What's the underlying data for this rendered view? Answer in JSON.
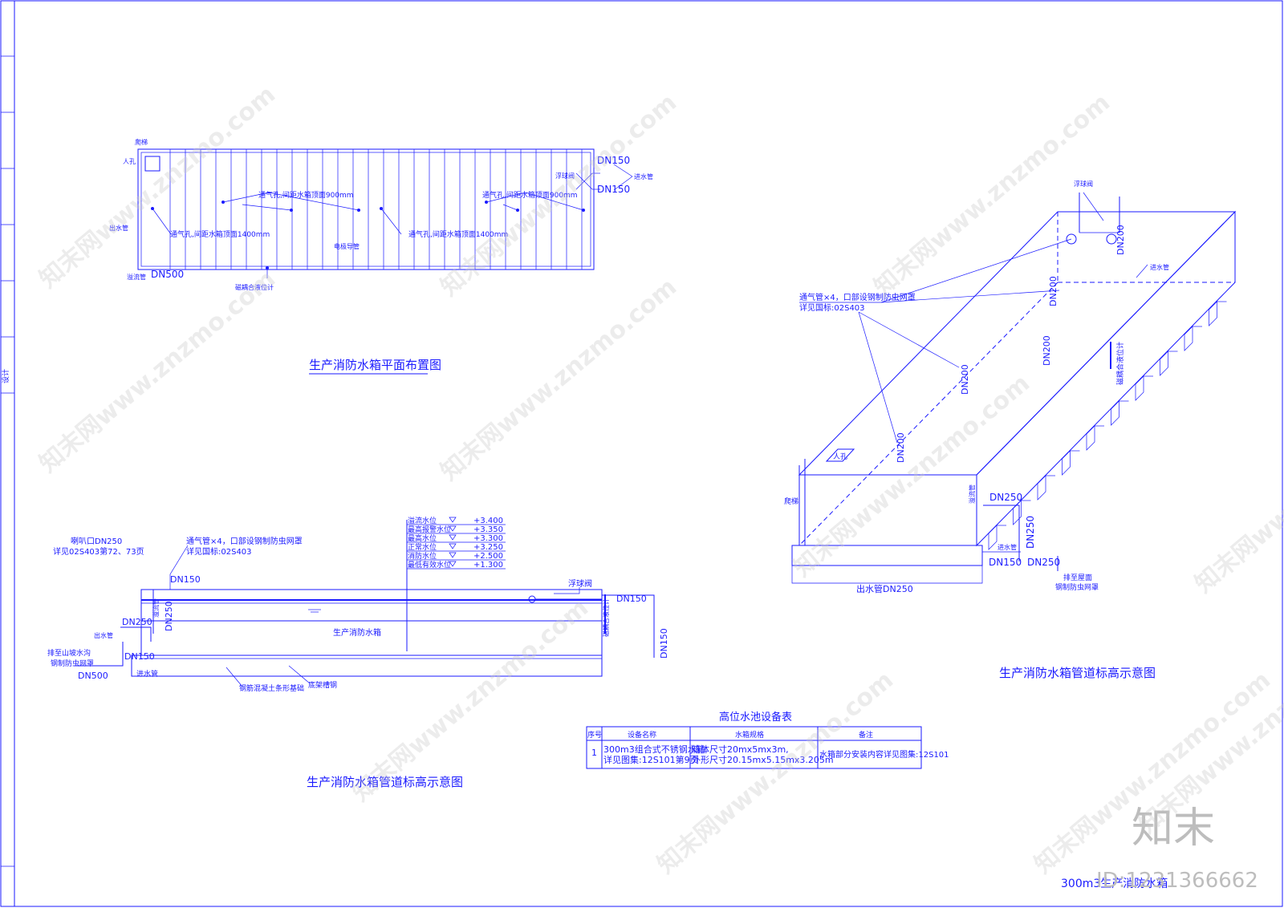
{
  "plan": {
    "title": "生产消防水箱平面布置图",
    "labels": {
      "manhole_top": "爬梯",
      "manhole": "人孔",
      "outlet_pipe": "出水管",
      "overflow_pipe": "溢流管",
      "dn500": "DN500",
      "vent_long_1": "通气孔,间距水箱顶面900mm",
      "vent_long_2": "通气孔,间距水箱顶面900mm",
      "vent_short_1": "通气孔,间距水箱顶面1400mm",
      "vent_short_2": "通气孔,间距水箱顶面1400mm",
      "electrode": "电极导管",
      "level_gauge": "磁耦合液位计",
      "float_valve": "浮球阀",
      "inlet_pipe": "进水管",
      "dn150_a": "DN150",
      "dn150_b": "DN150"
    }
  },
  "iso": {
    "title": "生产消防水箱管道标高示意图",
    "labels": {
      "float_valve": "浮球阀",
      "dn200_top": "DN200",
      "inlet_pipe": "进水管",
      "vent_note_1": "通气管×4，口部设钢制防虫网罩",
      "vent_note_2": "详见国标:02S403",
      "dn200_a": "DN200",
      "dn200_b": "DN200",
      "dn200_c": "DN200",
      "dn200_d": "DN200",
      "level_gauge": "磁耦合液位计",
      "manhole": "人孔",
      "ladder": "爬梯",
      "overflow": "溢流管",
      "dn250_a": "DN250",
      "dn250_b": "DN250",
      "inlet_lower": "进水管",
      "dn150": "DN150",
      "dn250_c": "DN250",
      "roof_1": "排至屋面",
      "roof_2": "钢制防虫网罩",
      "outlet": "出水管DN250"
    }
  },
  "section": {
    "title": "生产消防水箱管道标高示意图",
    "levels": [
      {
        "name": "溢流水位",
        "value": "+3.400"
      },
      {
        "name": "最高报警水位",
        "value": "+3.350"
      },
      {
        "name": "最高水位",
        "value": "+3.300"
      },
      {
        "name": "正常水位",
        "value": "+3.250"
      },
      {
        "name": "消防水位",
        "value": "+2.500"
      },
      {
        "name": "最低有效水位",
        "value": "+1.300"
      }
    ],
    "labels": {
      "bell_1": "喇叭口DN250",
      "bell_2": "详见02S403第72、73页",
      "vent_1": "通气管×4，口部设钢制防虫网罩",
      "vent_2": "详见国标:02S403",
      "dn150_top": "DN150",
      "float_valve": "浮球阀",
      "overflow": "溢流管",
      "dn250_v": "DN250",
      "dn250": "DN250",
      "tank_name": "生产消防水箱",
      "level_gauge": "磁耦合液位计",
      "dn150_r": "DN150",
      "dn150_v": "DN150",
      "outlet": "出水管",
      "drain_1": "排至山坡水沟",
      "drain_2": "钢制防虫网罩",
      "dn150_b": "DN150",
      "dn500": "DN500",
      "inlet": "进水管",
      "foundation": "钢筋混凝土条形基础",
      "channel": "底架槽钢"
    }
  },
  "table": {
    "title": "高位水池设备表",
    "headers": [
      "序号",
      "设备名称",
      "水箱规格",
      "备注"
    ],
    "rows": [
      {
        "no": "1",
        "name_1": "300m3组合式不锈钢水箱",
        "name_2": "详见图集:12S101第9页",
        "spec_1": "箱体尺寸20mx5mx3m,",
        "spec_2": "外形尺寸20.15mx5.15mx3.205m",
        "note": "水箱部分安装内容详见图集:12S101"
      }
    ]
  },
  "sidebar": {
    "label": "设计"
  },
  "footer": {
    "drawing_title": "300m3生产消防水箱",
    "id": "ID:1231366662",
    "logo": "知末"
  },
  "watermark": {
    "text": "知末网www.znzmo.com"
  },
  "colors": {
    "line": "#1a1aff",
    "watermark": "#c9c9c9"
  }
}
